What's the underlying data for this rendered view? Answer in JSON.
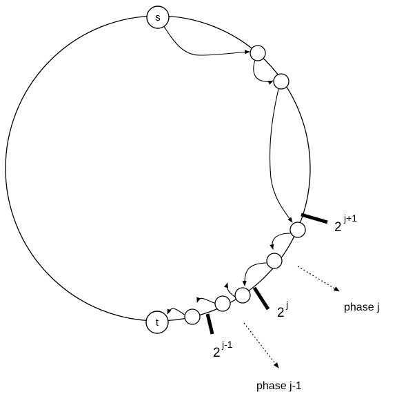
{
  "diagram": {
    "nodes": {
      "source": "s",
      "target": "t"
    },
    "thresholds": [
      {
        "base": "2",
        "exponent": "j+1"
      },
      {
        "base": "2",
        "exponent": "j"
      },
      {
        "base": "2",
        "exponent": "j-1"
      }
    ],
    "phases": {
      "phase_j": "phase j",
      "phase_j_minus_1": "phase j-1"
    }
  }
}
